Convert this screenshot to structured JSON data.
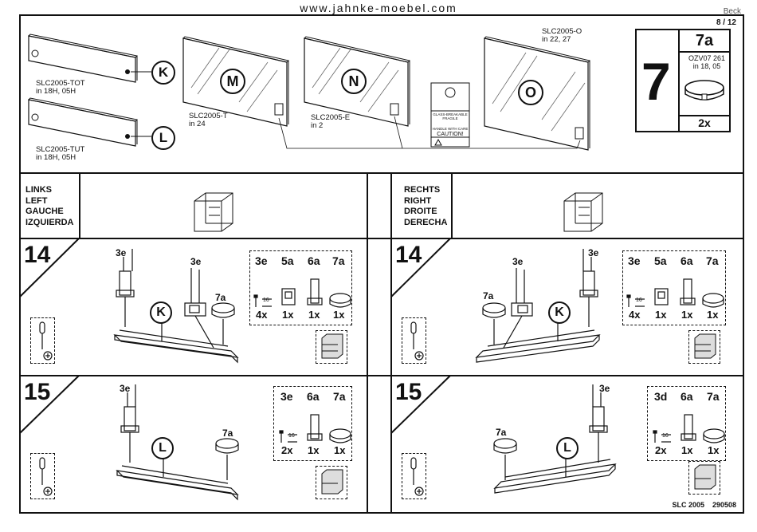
{
  "header": {
    "url": "www.jahnke-moebel.com",
    "brand": "Beck",
    "page": "8 / 12"
  },
  "top": {
    "parts": [
      {
        "code": "SLC2005-TOT\nin 18H, 05H",
        "letter": "K"
      },
      {
        "code": "SLC2005-TUT\nin 18H, 05H",
        "letter": "L"
      },
      {
        "code": "SLC2005-T\nin 24",
        "letter": "M"
      },
      {
        "code": "SLC2005-E\nin 2",
        "letter": "N"
      },
      {
        "code": "SLC2005-O\nin 22, 27",
        "letter": "O"
      }
    ],
    "glass_label": {
      "line1": "GLASS-BREAKABLE",
      "line2": "HANDLE WITH CARE",
      "line3": "CAUTION!",
      "fragile": "FRAGILE"
    },
    "step7": {
      "number": "7",
      "part": "7a",
      "code": "OZV07 261\nin 18, 05",
      "qty": "2x"
    }
  },
  "sections": {
    "left_label": "LINKS\nLEFT\nGAUCHE\nIZQUIERDA",
    "right_label": "RECHTS\nRIGHT\nDROITE\nDERECHA"
  },
  "steps": {
    "s14_left": {
      "num": "14",
      "letter": "K",
      "callout_3e_a": "3e",
      "callout_3e_b": "3e",
      "callout_7a": "7a",
      "parts": [
        "3e",
        "5a",
        "6a",
        "7a"
      ],
      "qtys": [
        "4x",
        "1x",
        "1x",
        "1x"
      ],
      "screw_len": "16"
    },
    "s14_right": {
      "num": "14",
      "letter": "K",
      "callout_3e_a": "3e",
      "callout_3e_b": "3e",
      "callout_7a": "7a",
      "parts": [
        "3e",
        "5a",
        "6a",
        "7a"
      ],
      "qtys": [
        "4x",
        "1x",
        "1x",
        "1x"
      ],
      "screw_len": "16"
    },
    "s15_left": {
      "num": "15",
      "letter": "L",
      "callout_3e": "3e",
      "callout_7a": "7a",
      "parts": [
        "3e",
        "6a",
        "7a"
      ],
      "qtys": [
        "2x",
        "1x",
        "1x"
      ],
      "screw_len": "16"
    },
    "s15_right": {
      "num": "15",
      "letter": "L",
      "callout_3e": "3e",
      "callout_7a": "7a",
      "parts": [
        "3d",
        "6a",
        "7a"
      ],
      "qtys": [
        "2x",
        "1x",
        "1x"
      ],
      "screw_len": "16"
    }
  },
  "footer": "SLC 2005    290508"
}
